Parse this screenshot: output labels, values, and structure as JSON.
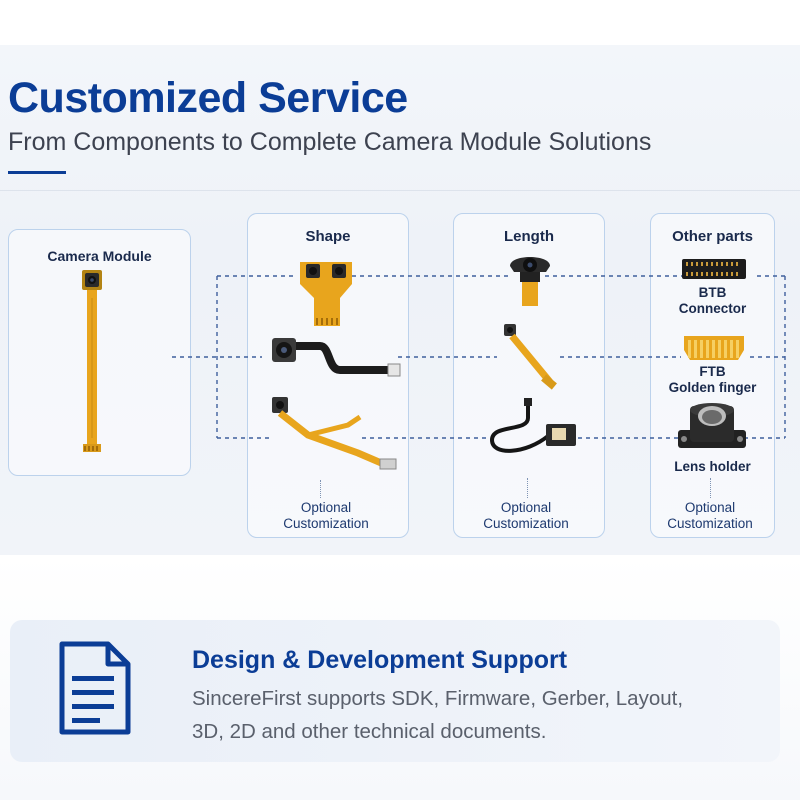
{
  "header": {
    "title": "Customized Service",
    "subtitle": "From Components to Complete Camera Module Solutions"
  },
  "camera_module": {
    "label": "Camera Module"
  },
  "columns": {
    "shape": {
      "heading": "Shape",
      "optional_line1": "Optional",
      "optional_line2": "Customization"
    },
    "length": {
      "heading": "Length",
      "optional_line1": "Optional",
      "optional_line2": "Customization"
    },
    "other": {
      "heading": "Other parts",
      "optional_line1": "Optional",
      "optional_line2": "Customization"
    }
  },
  "other_parts": {
    "btb_line1": "BTB",
    "btb_line2": "Connector",
    "ftb_line1": "FTB",
    "ftb_line2": "Golden finger",
    "lens_holder": "Lens holder"
  },
  "support": {
    "title": "Design & Development Support",
    "line1": "SincereFirst supports SDK, Firmware, Gerber, Layout,",
    "line2": "3D, 2D and other technical documents."
  },
  "colors": {
    "brand": "#0b3d96",
    "flex": "#e8a51d",
    "card_border": "#bcd2ec"
  }
}
